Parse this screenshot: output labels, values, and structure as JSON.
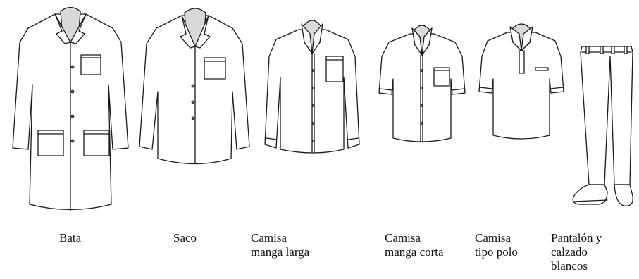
{
  "items": [
    {
      "name": "bata",
      "label_lines": [
        "Bata"
      ]
    },
    {
      "name": "saco",
      "label_lines": [
        "Saco"
      ]
    },
    {
      "name": "camisa-manga-larga",
      "label_lines": [
        "Camisa",
        "manga larga"
      ]
    },
    {
      "name": "camisa-manga-corta",
      "label_lines": [
        "Camisa",
        "manga corta"
      ]
    },
    {
      "name": "camisa-tipo-polo",
      "label_lines": [
        "Camisa",
        "tipo polo"
      ]
    },
    {
      "name": "pantalon-calzado",
      "label_lines": [
        "Pantalón y",
        "calzado",
        "blancos"
      ]
    }
  ]
}
